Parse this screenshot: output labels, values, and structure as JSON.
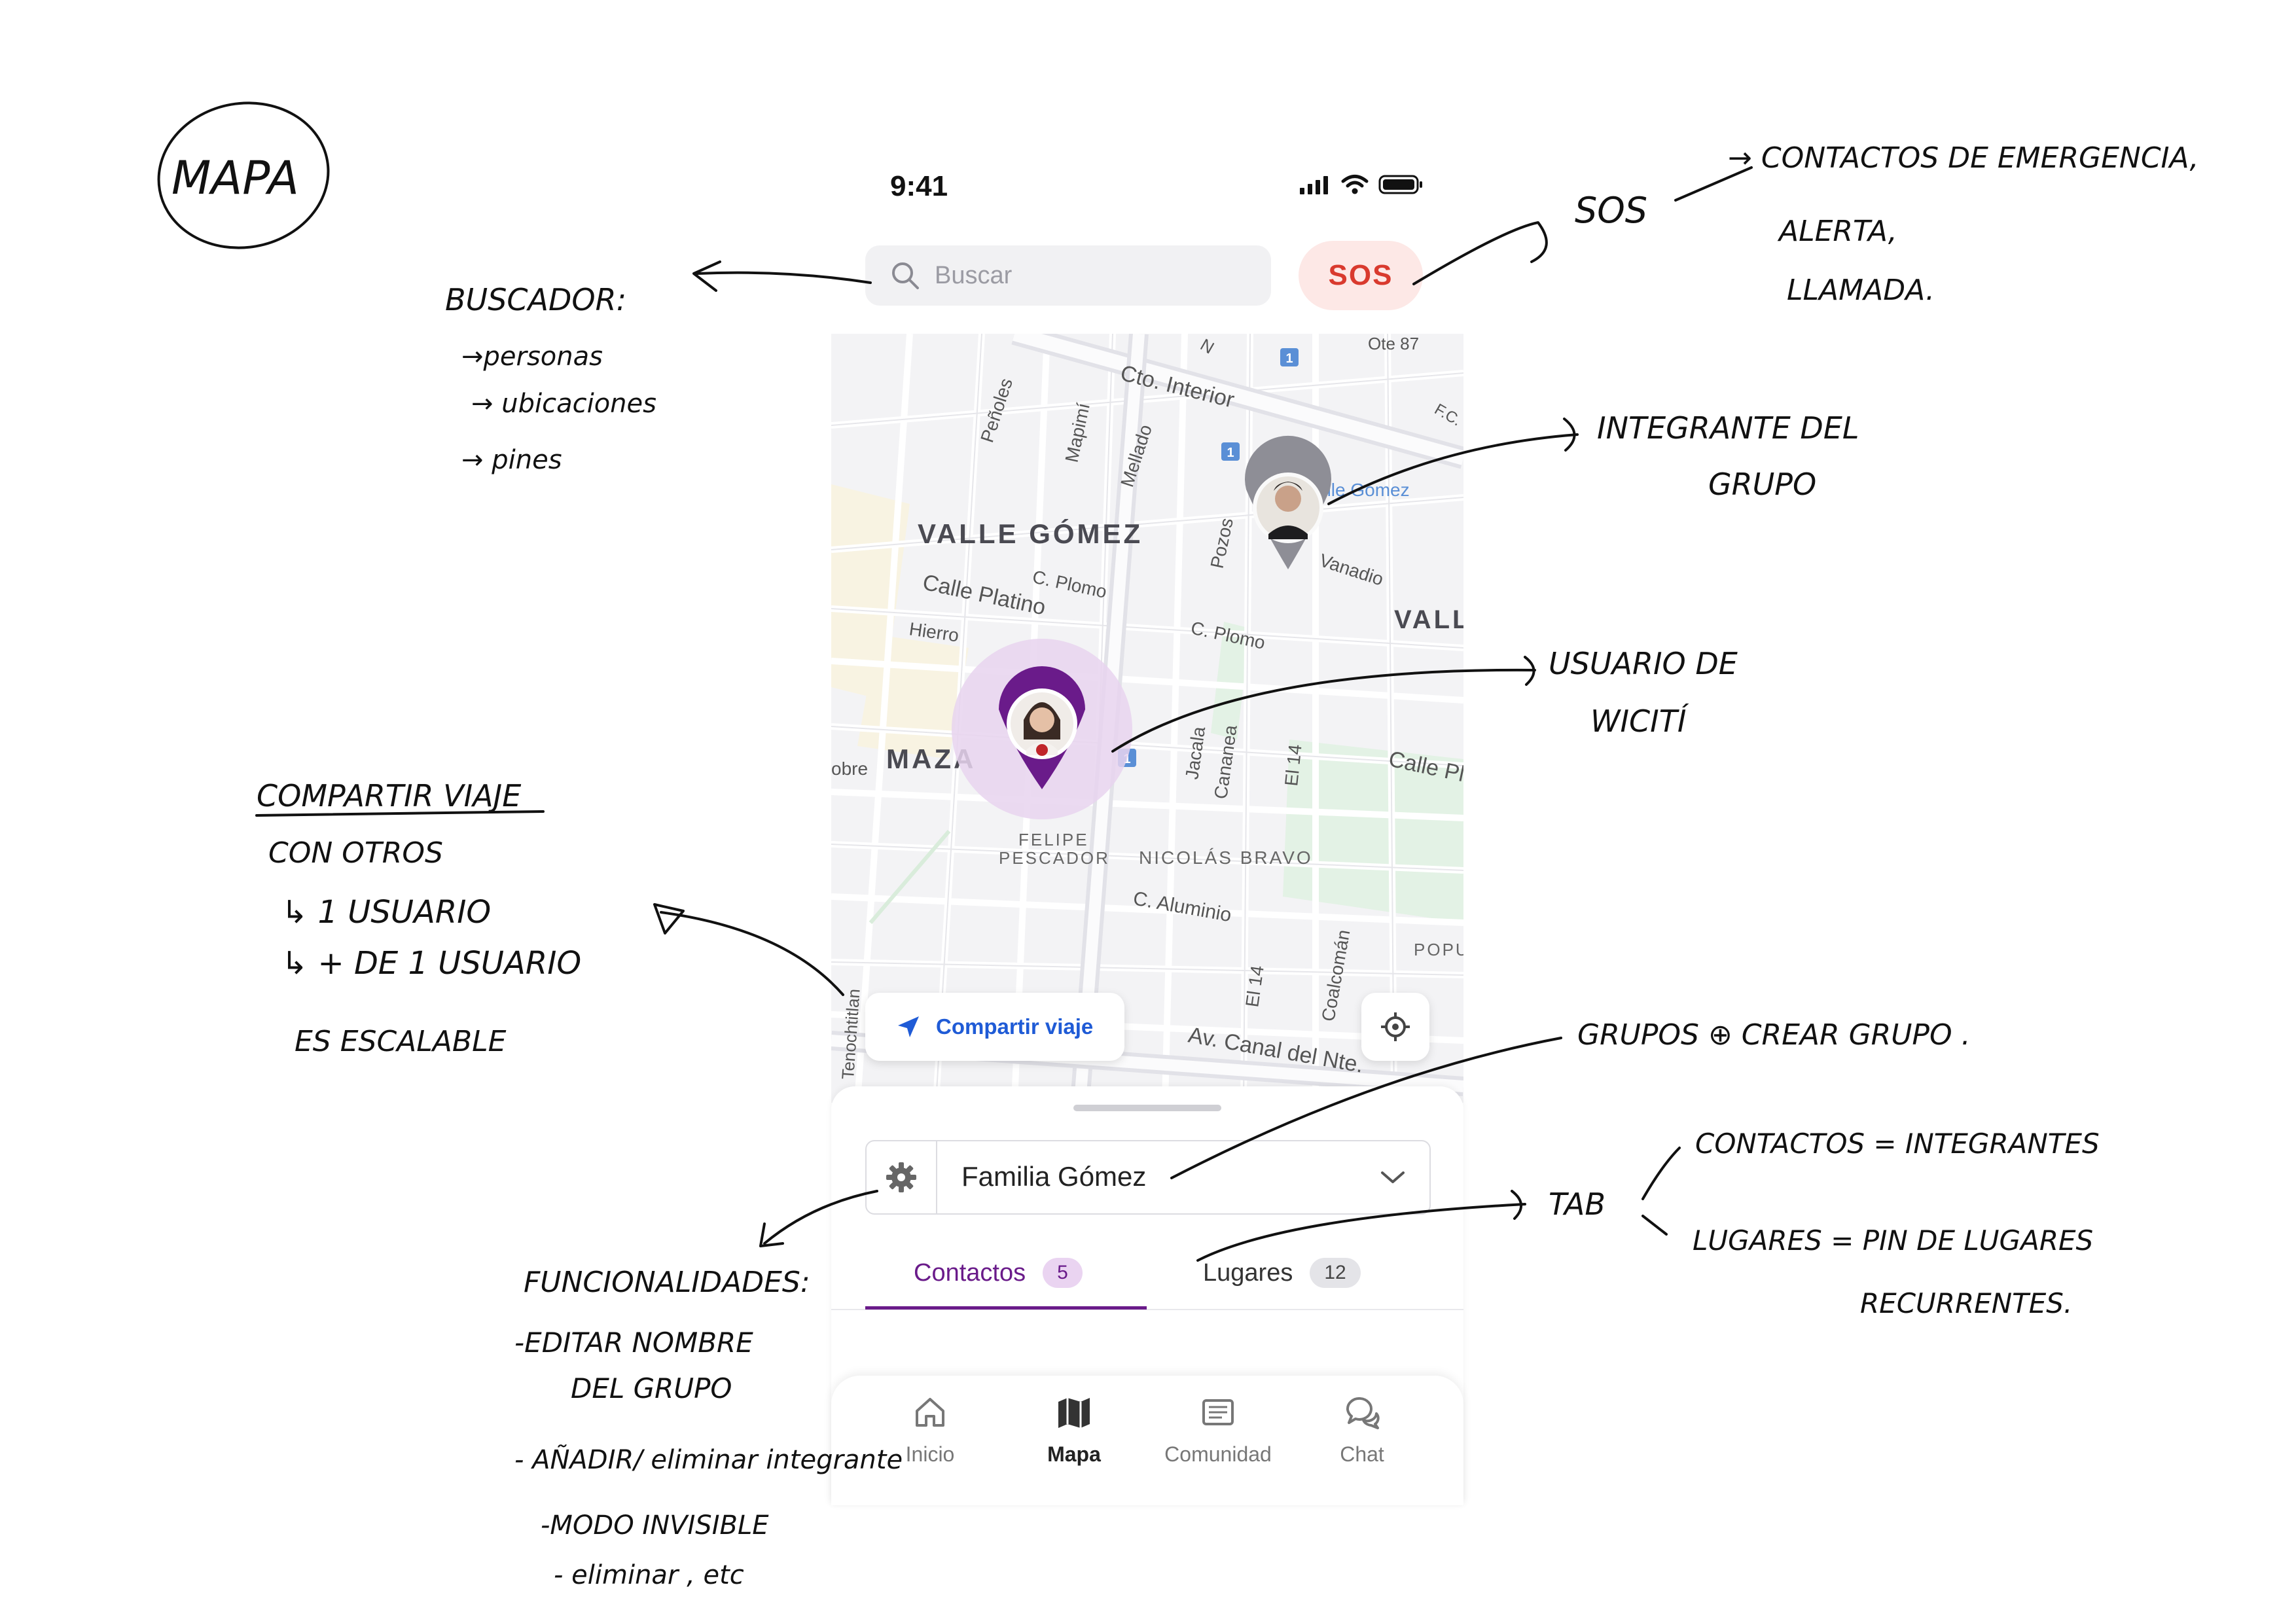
{
  "status_bar": {
    "time": "9:41"
  },
  "search": {
    "placeholder": "Buscar"
  },
  "sos": {
    "label": "SOS"
  },
  "map": {
    "labels": {
      "cto_interior": "Cto. Interior",
      "penoles": "Peñoles",
      "mapimi": "Mapimí",
      "mellado": "Mellado",
      "valle_gomez": "VALLE GÓMEZ",
      "c_plomo_1": "C. Plomo",
      "calle_platino": "Calle Platino",
      "hierro": "Hierro",
      "c_plomo_2": "C. Plomo",
      "pozos": "Pozos",
      "vanadio": "Vanadio",
      "valle_right": "VALL",
      "valle_gomez_station": "alle Gómez",
      "maza": "MAZA",
      "felipe": "FELIPE",
      "pescador": "PESCADOR",
      "jacala": "Jacala",
      "cananea": "Cananea",
      "el14_1": "El 14",
      "calle_pl": "Calle Pl",
      "nicolas_bravo": "NICOLÁS BRAVO",
      "c_aluminio": "C. Aluminio",
      "el14_2": "El 14",
      "coalcoman": "Coalcomán",
      "popu": "POPU",
      "av_canal": "Av. Canal del Nte.",
      "tenochtitlan": "Tenochtitlan",
      "obre": "obre",
      "ote87": "Ote 87",
      "n": "N",
      "fc": "F.C.",
      "metro_1": "1"
    }
  },
  "share_trip": {
    "label": "Compartir viaje"
  },
  "group": {
    "name": "Familia Gómez"
  },
  "tabs": [
    {
      "label": "Contactos",
      "count": "5"
    },
    {
      "label": "Lugares",
      "count": "12"
    }
  ],
  "nav": [
    {
      "label": "Inicio"
    },
    {
      "label": "Mapa"
    },
    {
      "label": "Comunidad"
    },
    {
      "label": "Chat"
    }
  ],
  "annotations": {
    "mapa": "MAPA",
    "buscador": "BUSCADOR:",
    "buscador_1": "→personas",
    "buscador_2": "→ ubicaciones",
    "buscador_3": "→ pines",
    "sos": "SOS",
    "sos_1": "→ CONTACTOS DE EMERGENCIA,",
    "sos_2": "ALERTA,",
    "sos_3": "LLAMADA.",
    "integrante_1": "INTEGRANTE DEL",
    "integrante_2": "GRUPO",
    "usuario_1": "USUARIO DE",
    "usuario_2": "WICITÍ",
    "compartir_title": "COMPARTIR VIAJE",
    "compartir_1": "CON OTROS",
    "compartir_2": "↳ 1 USUARIO",
    "compartir_3": "↳ + DE 1 USUARIO",
    "compartir_4": "ES ESCALABLE",
    "grupo": "GRUPOS ⊕ CREAR GRUPO .",
    "tab": "TAB",
    "tab_1": "CONTACTOS = INTEGRANTES",
    "tab_2": "LUGARES = PIN DE LUGARES",
    "tab_3": "RECURRENTES.",
    "func_title": "FUNCIONALIDADES:",
    "func_1": "-EDITAR NOMBRE",
    "func_2": "DEL GRUPO",
    "func_3": "- AÑADIR/ eliminar integrante",
    "func_4": "-MODO INVISIBLE",
    "func_5": "- eliminar , etc"
  }
}
